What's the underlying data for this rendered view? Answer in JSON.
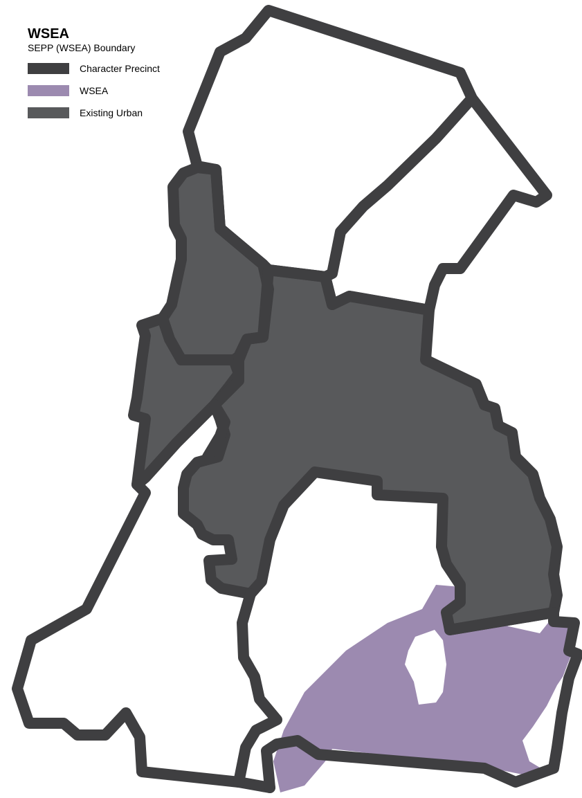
{
  "legend": {
    "title": "WSEA",
    "subtitle": "SEPP (WSEA) Boundary",
    "items": [
      {
        "label": "Character Precinct",
        "color": "#3f3f41"
      },
      {
        "label": "WSEA",
        "color": "#9c8ab0"
      },
      {
        "label": "Existing Urban",
        "color": "#58595b"
      }
    ]
  },
  "map": {
    "boundary_color": "#3f3f41",
    "existing_urban_color": "#58595b",
    "wsea_color": "#9c8ab0",
    "background_color": "#ffffff"
  }
}
